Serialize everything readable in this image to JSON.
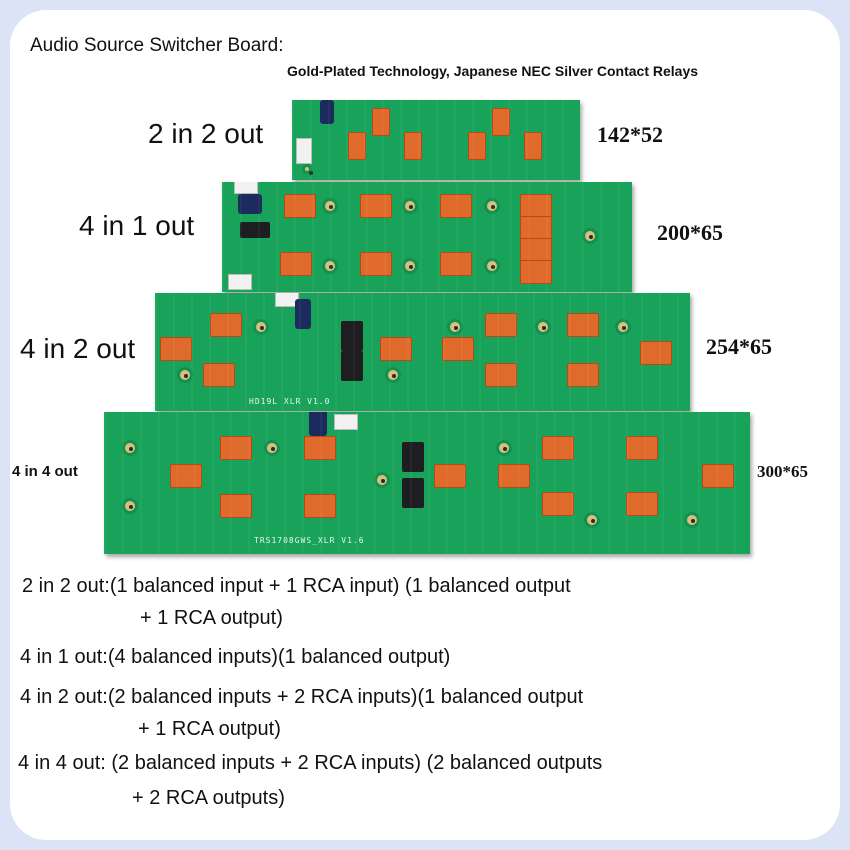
{
  "header": {
    "title": "Audio Source Switcher Board:",
    "subtitle": "Gold-Plated Technology, Japanese NEC Silver Contact Relays"
  },
  "boards": [
    {
      "label": "2 in 2 out",
      "dimensions": "142*52"
    },
    {
      "label": "4 in 1 out",
      "dimensions": "200*65"
    },
    {
      "label": "4 in 2 out",
      "dimensions": "254*65"
    },
    {
      "label": "4 in 4 out",
      "dimensions": "300*65"
    }
  ],
  "silkscreen": {
    "board3": "HD19L XLR V1.0",
    "board4": "TRS1708GWS_XLR V1.6"
  },
  "descriptions": [
    {
      "line1": "2 in 2 out:(1 balanced input + 1 RCA input) (1 balanced output",
      "line2": "+ 1 RCA output)"
    },
    {
      "line1": "4 in 1 out:(4 balanced inputs)(1 balanced output)",
      "line2": ""
    },
    {
      "line1": "4 in 2 out:(2 balanced inputs + 2 RCA inputs)(1 balanced output",
      "line2": "+ 1 RCA output)"
    },
    {
      "line1": "4 in 4 out: (2 balanced inputs + 2 RCA inputs) (2 balanced outputs",
      "line2": "+ 2 RCA outputs)"
    }
  ],
  "colors": {
    "pcb": "#19a35a",
    "relay": "#e06a2b",
    "background": "#dbe4f6"
  }
}
